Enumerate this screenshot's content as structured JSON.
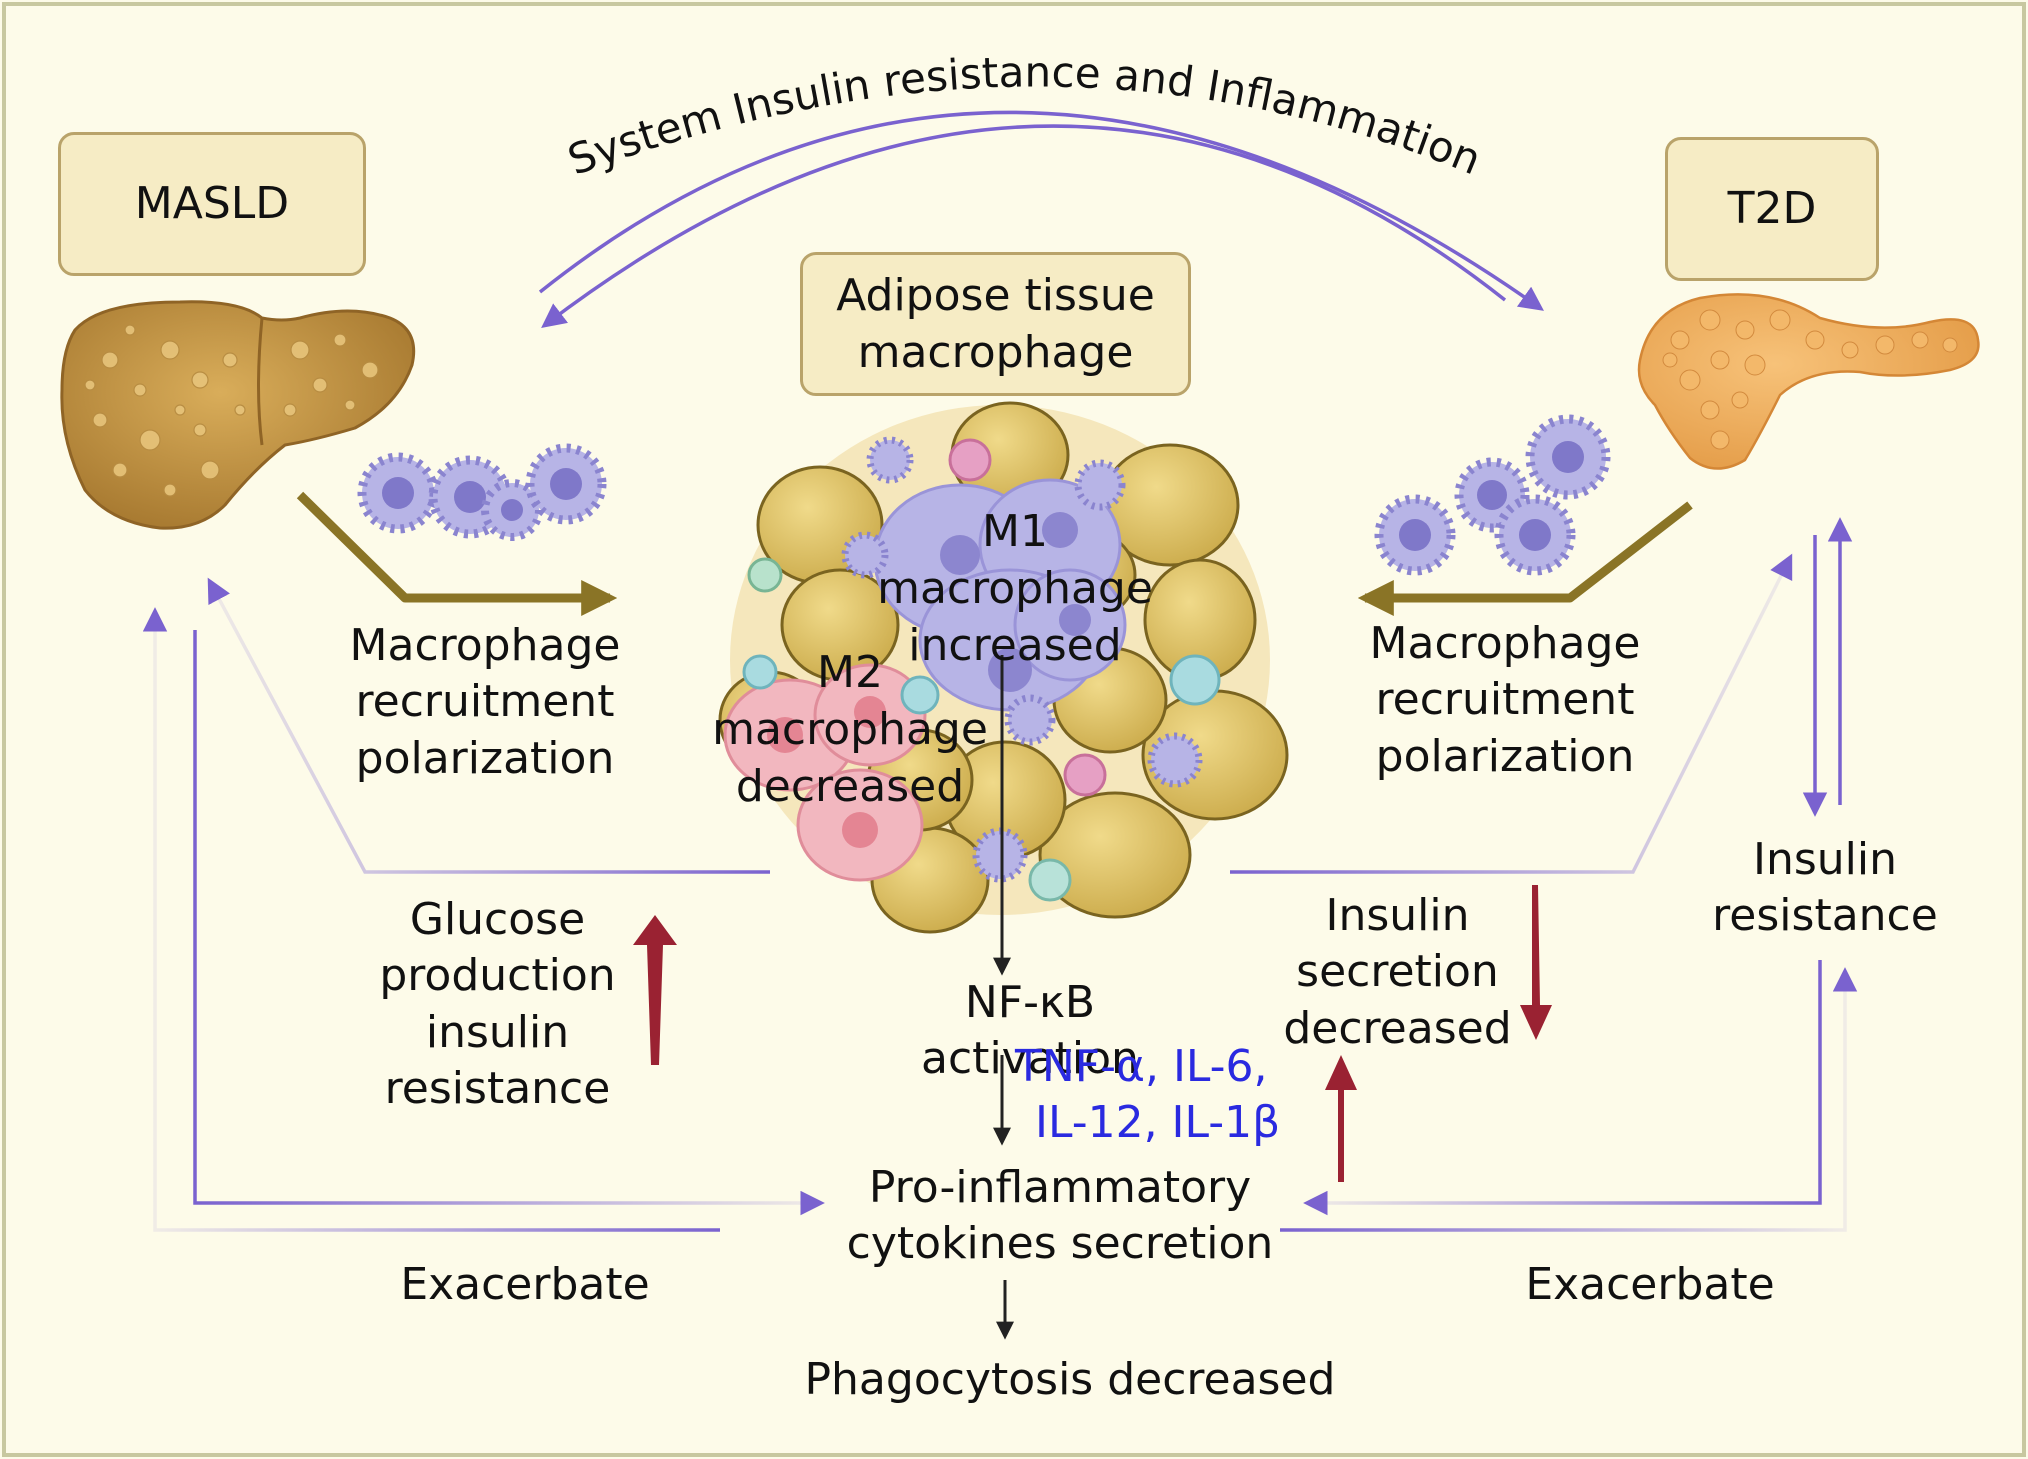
{
  "boxes": {
    "masld": "MASLD",
    "t2d": "T2D",
    "adipose": [
      "Adipose tissue",
      "macrophage"
    ]
  },
  "top_arc_label": "System Insulin resistance and Inflammation",
  "left_recruit": [
    "Macrophage",
    "recruitment",
    "polarization"
  ],
  "right_recruit": [
    "Macrophage",
    "recruitment",
    "polarization"
  ],
  "m1": [
    "M1",
    "macrophage",
    "increased"
  ],
  "m2": [
    "M2",
    "macrophage",
    "decreased"
  ],
  "glucose": [
    "Glucose",
    "production",
    "insulin",
    "resistance"
  ],
  "insulin_secretion": [
    "Insulin",
    "secretion",
    "decreased"
  ],
  "insulin_resistance": [
    "Insulin",
    "resistance"
  ],
  "nfkb": "NF-κB activation",
  "cytokines": [
    "TNF-α, IL-6,",
    "IL-12, IL-1β"
  ],
  "proinflam": [
    "Pro-inflammatory",
    "cytokines secretion"
  ],
  "phago": "Phagocytosis decreased",
  "exacerbate_left": "Exacerbate",
  "exacerbate_right": "Exacerbate",
  "colors": {
    "background": "#fdfbe9",
    "frame": "#c8c8a0",
    "box_fill": "#f6ecc5",
    "box_border": "#b9a36a",
    "purple_arrow": "#7a62cf",
    "dark_red_arrow": "#9a2232",
    "olive_arrow": "#8a7426",
    "cytokine_text": "#2a2ae0",
    "adipocyte": "#e0c56a",
    "m1_cell": "#b7b4e6",
    "m2_cell": "#f2b7bf",
    "liver": "#b98a3e",
    "pancreas": "#eeaa5b"
  }
}
